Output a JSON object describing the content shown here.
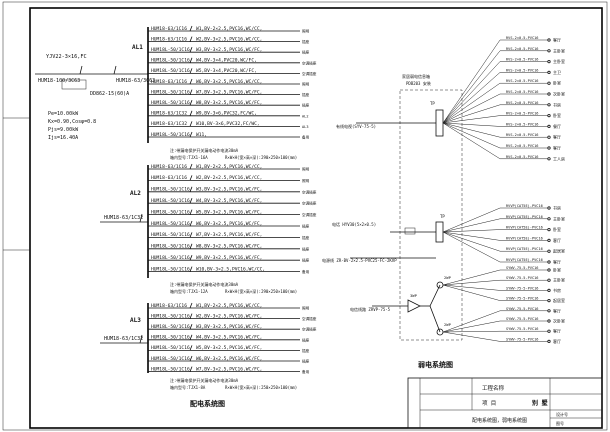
{
  "title_block": {
    "project_label": "工程名称",
    "item_label": "项  目",
    "sheet_title": "别  墅",
    "drawing_name": "配电系统图，弱电系统图",
    "small_label_1": "设计号",
    "small_label_2": "图号"
  },
  "captions": {
    "power_system": "配电系统图",
    "weak_system": "弱电系统图"
  },
  "main_feed": {
    "cable": "YJV22-3×16,FC",
    "main_breaker": "HUM18-100/3C63",
    "outgoing_breaker": "HUM18-63/3C63",
    "meter": "DD862-15(60)A",
    "calc": [
      "Pe=10.00kW",
      "Kx=0.90,Cosφ=0.8",
      "Pjs=9.00kW",
      "Ijs=16.40A"
    ]
  },
  "panels": [
    {
      "name": "AL1",
      "incoming": "",
      "circuits": [
        {
          "breaker": "HUM18-63/1C16",
          "line": "W1,BV-2×2.5,PVC16,WC/CC,",
          "use": "照明"
        },
        {
          "breaker": "HUM18-63/1C16",
          "line": "W2,BV-3×2.5,PVC16,WC/CC,",
          "use": "插座"
        },
        {
          "breaker": "HUM18L-50/1C16",
          "line": "W3,BV-3×2.5,PVC16,WC/FC,",
          "use": "插座"
        },
        {
          "breaker": "HUM18L-50/1C16",
          "line": "W4,BV-3×4,PVC20,WC/FC,",
          "use": "空调插座"
        },
        {
          "breaker": "HUM18L-50/1C16",
          "line": "W5,BV-3×4,PVC20,WC/FC,",
          "use": "空调插座"
        },
        {
          "breaker": "HUM18-63/1C16",
          "line": "W6,BV-3×2.5,PVC16,WC/CC,",
          "use": "照明"
        },
        {
          "breaker": "HUM18L-50/1C16",
          "line": "W7,BV-3×2.5,PVC16,WC/FC,",
          "use": "插座"
        },
        {
          "breaker": "HUM18L-50/1C16",
          "line": "W8,BV-3×2.5,PVC16,WC/FC,",
          "use": "插座"
        },
        {
          "breaker": "HUM18-63/1C32",
          "line": "W9,BV-3×6,PVC32,FC/WC,",
          "use": "AL2"
        },
        {
          "breaker": "HUM18-63/1C32",
          "line": "W10,BV-3×6,PVC32,FC/WC,",
          "use": "AL3"
        },
        {
          "breaker": "HUM18L-50/1C16",
          "line": "W11,",
          "use": "备用"
        }
      ],
      "notes": [
        "注:带漏电保护开关漏电动作电流30mA",
        "箱内型号:TJX1-16A",
        "R×W×H(宽×高×深):290×250×100(mm)"
      ]
    },
    {
      "name": "AL2",
      "incoming": "HUM18-63/1C32",
      "circuits": [
        {
          "breaker": "HUM18-63/1C16",
          "line": "W1,BV-2×2.5,PVC16,WC/CC,",
          "use": "照明"
        },
        {
          "breaker": "HUM18-63/1C16",
          "line": "W2,BV-2×2.5,PVC16,WC/CC,",
          "use": "照明"
        },
        {
          "breaker": "HUM18L-50/1C16",
          "line": "W3,BV-3×2.5,PVC16,WC/FC,",
          "use": "空调插座"
        },
        {
          "breaker": "HUM18L-50/1C16",
          "line": "W4,BV-3×2.5,PVC16,WC/FC,",
          "use": "空调插座"
        },
        {
          "breaker": "HUM18L-50/1C16",
          "line": "W5,BV-3×2.5,PVC16,WC/FC,",
          "use": "空调插座"
        },
        {
          "breaker": "HUM18L-50/1C16",
          "line": "W6,BV-3×2.5,PVC16,WC/FC,",
          "use": "插座"
        },
        {
          "breaker": "HUM18L-50/1C16",
          "line": "W7,BV-3×2.5,PVC16,WC/FC,",
          "use": "插座"
        },
        {
          "breaker": "HUM18L-50/1C16",
          "line": "W8,BV-3×2.5,PVC16,WC/FC,",
          "use": "插座"
        },
        {
          "breaker": "HUM18L-50/1C16",
          "line": "W9,BV-3×2.5,PVC16,WC/FC,",
          "use": "插座"
        },
        {
          "breaker": "HUM18L-50/1C16",
          "line": "W10,BV-3×2.5,PVC16,WC/CC,",
          "use": "备用"
        }
      ],
      "notes": [
        "注:带漏电保护开关漏电动作电流30mA",
        "箱内型号:TJX1-12A",
        "R×W×H(宽×高×深):290×250×100(mm)"
      ]
    },
    {
      "name": "AL3",
      "incoming": "HUM18-63/1C32",
      "circuits": [
        {
          "breaker": "HUM18-63/1C16",
          "line": "W1,BV-2×2.5,PVC16,WC/CC,",
          "use": "照明"
        },
        {
          "breaker": "HUM18L-50/1C16",
          "line": "W2,BV-3×2.5,PVC16,WC/FC,",
          "use": "空调插座"
        },
        {
          "breaker": "HUM18L-50/1C16",
          "line": "W3,BV-3×2.5,PVC16,WC/FC,",
          "use": "空调插座"
        },
        {
          "breaker": "HUM18L-50/1C16",
          "line": "W4,BV-3×2.5,PVC16,WC/FC,",
          "use": "插座"
        },
        {
          "breaker": "HUM18L-50/1C16",
          "line": "W5,BV-3×2.5,PVC16,WC/FC,",
          "use": "插座"
        },
        {
          "breaker": "HUM18L-50/1C16",
          "line": "W6,BV-3×2.5,PVC16,WC/FC,",
          "use": "插座"
        },
        {
          "breaker": "HUM18L-50/1C16",
          "line": "W7,BV-3×2.5,PVC16,WC/FC,",
          "use": "备用"
        }
      ],
      "notes": [
        "注:带漏电保护开关漏电动作电流30mA",
        "箱内型号:TJX1-8A",
        "R×W×H(宽×高×深):250×250×100(mm)"
      ]
    }
  ],
  "weak": {
    "cabinet_label": "家居弱电信息箱",
    "cabinet_sub": "PDB203 安装",
    "tv_label": "TP",
    "tel_label": "TP",
    "tv_in": "有线电视(SYV-75-5)",
    "tel_in": "电话 HYV30(5×2×0.5)",
    "net_in": "电源线 ZR-BV-2×2.5-PVC25-FC-2KVP",
    "bus_in": "电信线路 ZRVP-75-5",
    "tv_lines": [
      "RVS-2×0.5-PVC16",
      "RVS-2×0.5-PVC16",
      "RVS-2×0.5-PVC16",
      "RVS-2×0.5-PVC16",
      "RVS-2×0.5-PVC16",
      "RVS-2×0.5-PVC16",
      "RVS-2×0.5-PVC16",
      "RVS-2×0.5-PVC16",
      "RVS-2×0.5-PVC16",
      "RVS-2×0.5-PVC16",
      "RVS-2×0.5-PVC16",
      "RVS-2×0.5-PVC16"
    ],
    "tv_rooms": [
      "客厅",
      "主卧室",
      "主卧室",
      "主卫",
      "卧室",
      "次卧室",
      "书房",
      "卧室",
      "餐厅",
      "客厅",
      "客厅",
      "工人房"
    ],
    "tel_lines": [
      "RVVP(CAT5E)-PVC16",
      "RVVP(CAT5E)-PVC16",
      "RVVP(CAT5E)-PVC16",
      "RVVP(CAT5E)-PVC16",
      "RVVP(CAT5E)-PVC16",
      "RVVP(CAT5E)-PVC16"
    ],
    "tel_rooms": [
      "书房",
      "主卧室",
      "卧室",
      "客厅",
      "起居室",
      "客厅"
    ],
    "coax_lines": [
      "SYWV-75-5-PVC16",
      "SYWV-75-5-PVC16",
      "SYWV-75-5-PVC16",
      "SYWV-75-5-PVC16",
      "SYWV-75-5-PVC16",
      "SYWV-75-5-PVC16",
      "SYWV-75-5-PVC16",
      "SYWV-75-5-PVC16"
    ],
    "coax_rooms": [
      "卧室",
      "主卧室",
      "书房",
      "起居室",
      "客厅",
      "次卧室",
      "客厅",
      "客厅"
    ],
    "amp_labels": [
      "2WP",
      "2WP",
      "3WP"
    ]
  },
  "colors": {
    "line": "#111111",
    "paper": "#ffffff"
  }
}
